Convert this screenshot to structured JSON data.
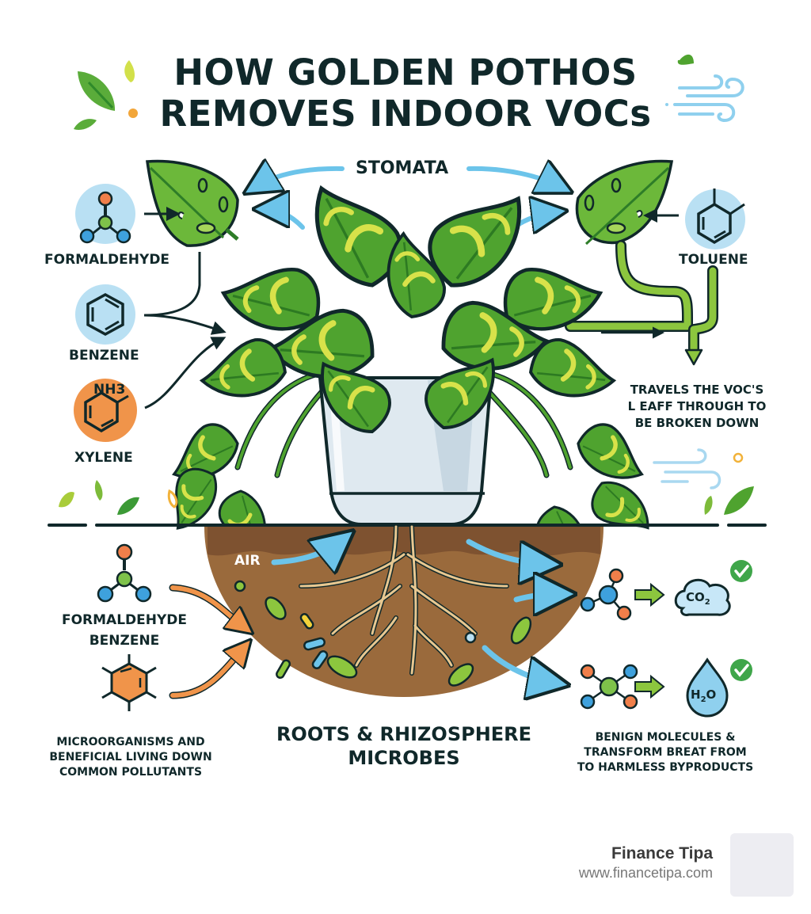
{
  "title": {
    "line1": "HOW GOLDEN POTHOS",
    "line2": "REMOVES INDOOR VOCs"
  },
  "top_section": {
    "stomata_label": "STOMATA",
    "left_pollutants": [
      {
        "name": "FORMALDEHYDE",
        "icon": "formaldehyde-molecule-icon",
        "bg": "#b9e0f3"
      },
      {
        "name": "BENZENE",
        "icon": "benzene-ring-icon",
        "bg": "#b9e0f3"
      },
      {
        "name": "XYLENE",
        "icon": "xylene-molecule-icon",
        "bg": "#f0944a",
        "formula": "NH3"
      }
    ],
    "right_pollutant": {
      "name": "TOLUENE",
      "icon": "toluene-molecule-icon",
      "bg": "#b9e0f3"
    },
    "transport_caption": [
      "TRAVELS THE VOC'S",
      "L EAFF THROUGH TO",
      "BE BROKEN DOWN"
    ]
  },
  "bottom_section": {
    "air_label": "AIR",
    "left_pollutants_label": [
      "FORMALDEHYDE",
      "BENZENE"
    ],
    "left_caption": [
      "MICROORGANISMS AND",
      "BENEFICIAL LIVING DOWN",
      "COMMON POLLUTANTS"
    ],
    "center_title": [
      "ROOTS & RHIZOSPHERE",
      "MICROBES"
    ],
    "byproducts": [
      {
        "formula": "CO2",
        "icon": "co2-cloud-icon",
        "check": true
      },
      {
        "formula": "H2O",
        "icon": "water-drop-icon",
        "check": true
      }
    ],
    "right_caption": [
      "BENIGN MOLECULES &",
      "TRANSFORM BREAT FROM",
      "TO HARMLESS BYPRODUCTS"
    ]
  },
  "branding": {
    "name": "Finance Tipa",
    "url": "www.financetipa.com"
  },
  "colors": {
    "ink": "#10282a",
    "leaf_green": "#5aaa2e",
    "leaf_yellow": "#d8e24a",
    "air_blue": "#6cc4ea",
    "pollutant_orange": "#f0944a",
    "soil_brown": "#9a6a3c",
    "check_green": "#3fa64a"
  }
}
